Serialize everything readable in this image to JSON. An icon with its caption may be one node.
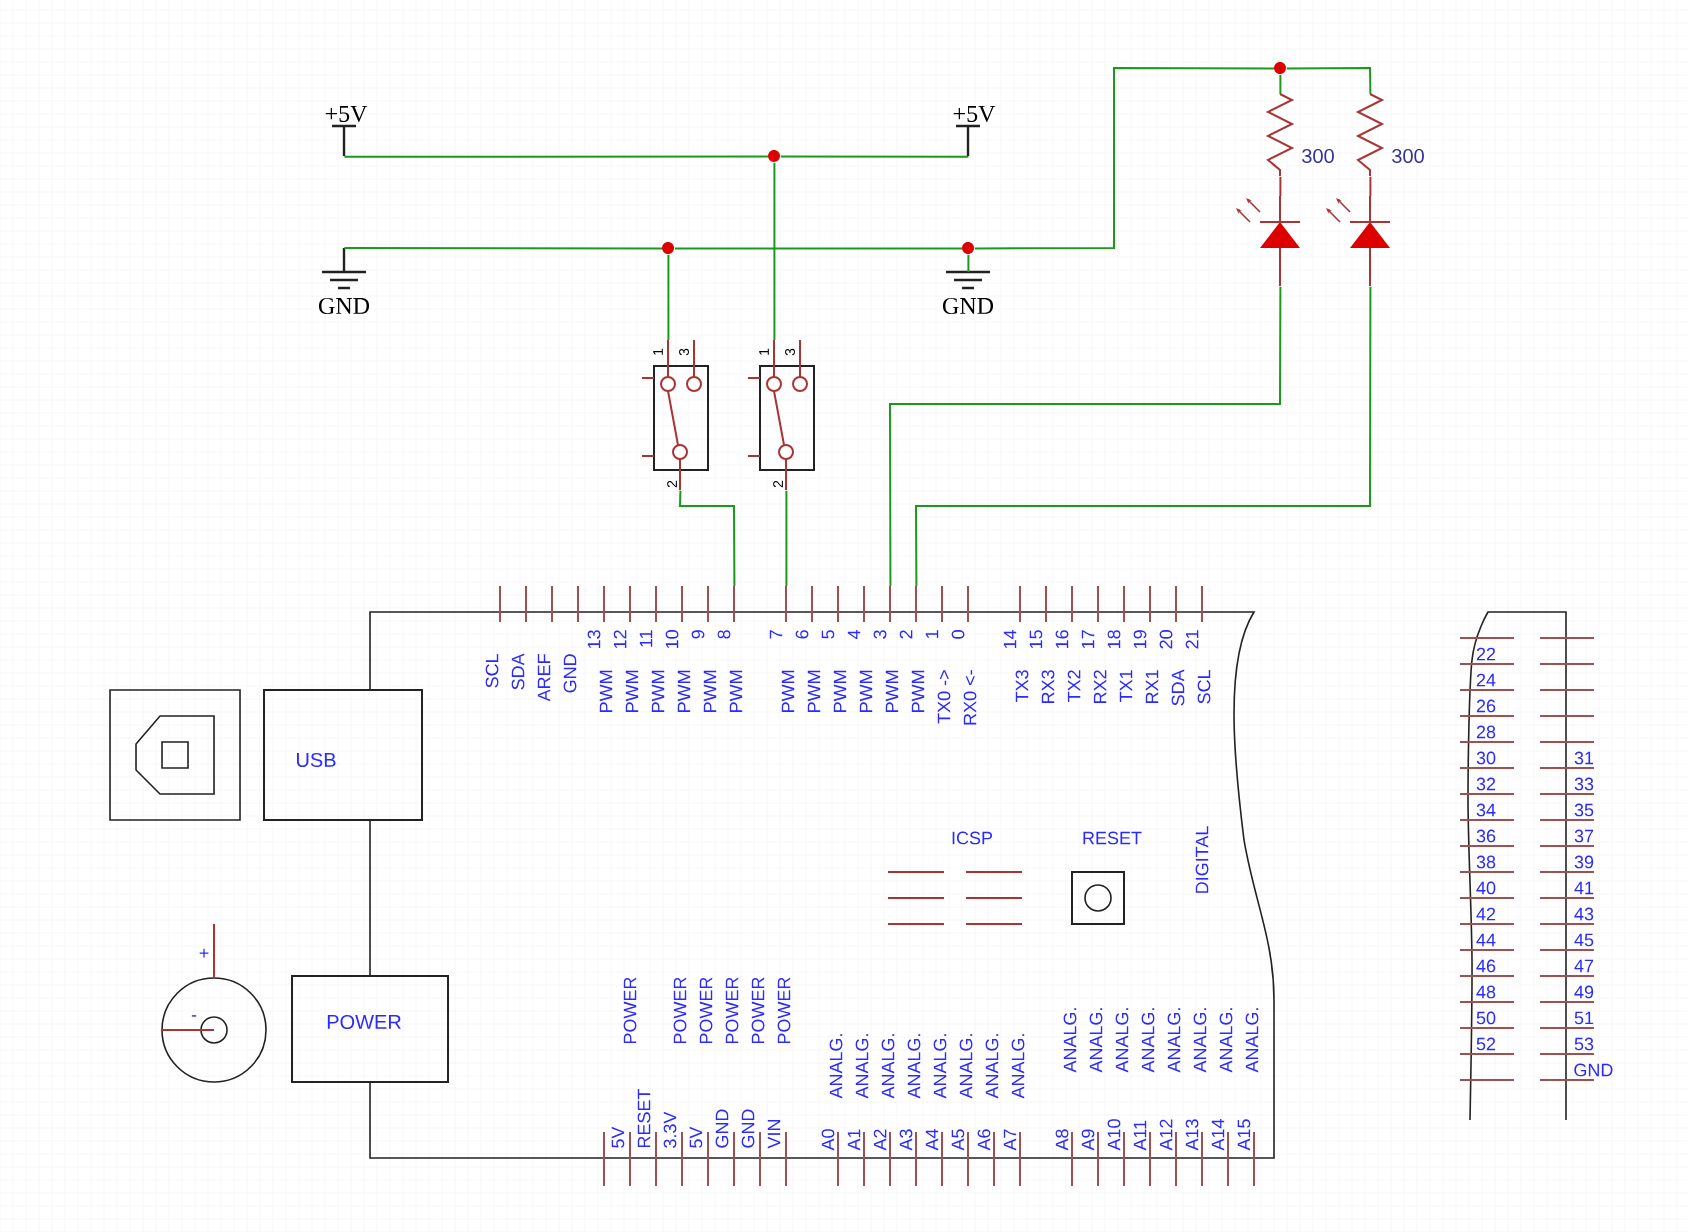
{
  "diagram": {
    "nodes": [
      {
        "text": [
          "+5V"
        ]
      },
      {
        "text": [
          "+5V"
        ]
      },
      {
        "text": [
          "GND"
        ]
      },
      {
        "text": [
          "GND"
        ]
      },
      {
        "text": [
          "1",
          "3",
          "2"
        ]
      },
      {
        "text": [
          "1",
          "3",
          "2"
        ]
      },
      {
        "text": [
          "300"
        ]
      },
      {
        "text": [
          "300"
        ]
      },
      {
        "text": [],
        "shape": "triangle"
      },
      {
        "text": [],
        "shape": "triangle"
      },
      {
        "text": [
          "8",
          "PWM"
        ]
      },
      {
        "text": [
          "7",
          "PWM"
        ]
      },
      {
        "text": [
          "3",
          "PWM"
        ]
      },
      {
        "text": [
          "2",
          "PWM"
        ]
      },
      {
        "text": [
          "USB"
        ]
      },
      {
        "text": [
          "POWER"
        ]
      },
      {
        "text": [],
        "shape": "circle"
      },
      {
        "text": [],
        "shape": "circle"
      },
      {
        "text": [],
        "shape": "circle"
      },
      {
        "text": [],
        "shape": "circle"
      }
    ],
    "edges": [
      {
        "from": 0,
        "to": 17,
        "arrow": "none"
      },
      {
        "from": 17,
        "to": 1,
        "arrow": "none"
      },
      {
        "from": 17,
        "to": 5,
        "arrow": "none"
      },
      {
        "from": 2,
        "to": 16,
        "arrow": "none"
      },
      {
        "from": 16,
        "to": 18,
        "arrow": "none"
      },
      {
        "from": 16,
        "to": 4,
        "arrow": "none"
      },
      {
        "from": 18,
        "to": 3,
        "arrow": "none"
      },
      {
        "from": 18,
        "to": 19,
        "arrow": "none"
      },
      {
        "from": 19,
        "to": 6,
        "arrow": "none"
      },
      {
        "from": 19,
        "to": 7,
        "arrow": "none"
      },
      {
        "from": 6,
        "to": 8,
        "arrow": "none",
        "color": "#aa3333"
      },
      {
        "from": 7,
        "to": 9,
        "arrow": "none",
        "color": "#aa3333"
      },
      {
        "from": 8,
        "to": 12,
        "arrow": "none"
      },
      {
        "from": 9,
        "to": 13,
        "arrow": "none"
      },
      {
        "from": 4,
        "to": 10,
        "arrow": "none"
      },
      {
        "from": 5,
        "to": 11,
        "arrow": "none"
      }
    ],
    "labels": [
      "SCL",
      "SDA",
      "AREF",
      "GND",
      "13",
      "PWM",
      "12",
      "PWM",
      "11",
      "PWM",
      "10",
      "PWM",
      "9",
      "PWM",
      "6",
      "PWM",
      "5",
      "PWM",
      "4",
      "PWM",
      "1",
      "TX0 ->",
      "0",
      "RX0 <-",
      "14",
      "TX3",
      "15",
      "RX3",
      "16",
      "TX2",
      "17",
      "RX2",
      "18",
      "TX1",
      "19",
      "RX1",
      "20",
      "SDA",
      "21",
      "SCL",
      "ICSP",
      "RESET",
      "DIGITAL",
      "+",
      "-",
      "POWER",
      "POWER",
      "POWER",
      "POWER",
      "POWER",
      "POWER",
      "ANALG.",
      "ANALG.",
      "ANALG.",
      "ANALG.",
      "ANALG.",
      "ANALG.",
      "ANALG.",
      "ANALG.",
      "ANALG.",
      "ANALG.",
      "ANALG.",
      "ANALG.",
      "ANALG.",
      "ANALG.",
      "ANALG.",
      "ANALG.",
      "5V",
      "RESET",
      "3.3V",
      "5V",
      "GND",
      "GND",
      "VIN",
      "A0",
      "A1",
      "A2",
      "A3",
      "A4",
      "A5",
      "A6",
      "A7",
      "A8",
      "A9",
      "A10",
      "A11",
      "A12",
      "A13",
      "A14",
      "A15",
      "22",
      "24",
      "26",
      "28",
      "30",
      "31",
      "32",
      "33",
      "34",
      "35",
      "36",
      "37",
      "38",
      "39",
      "40",
      "41",
      "42",
      "43",
      "44",
      "45",
      "46",
      "47",
      "48",
      "49",
      "50",
      "51",
      "52",
      "53",
      "GND"
    ]
  }
}
